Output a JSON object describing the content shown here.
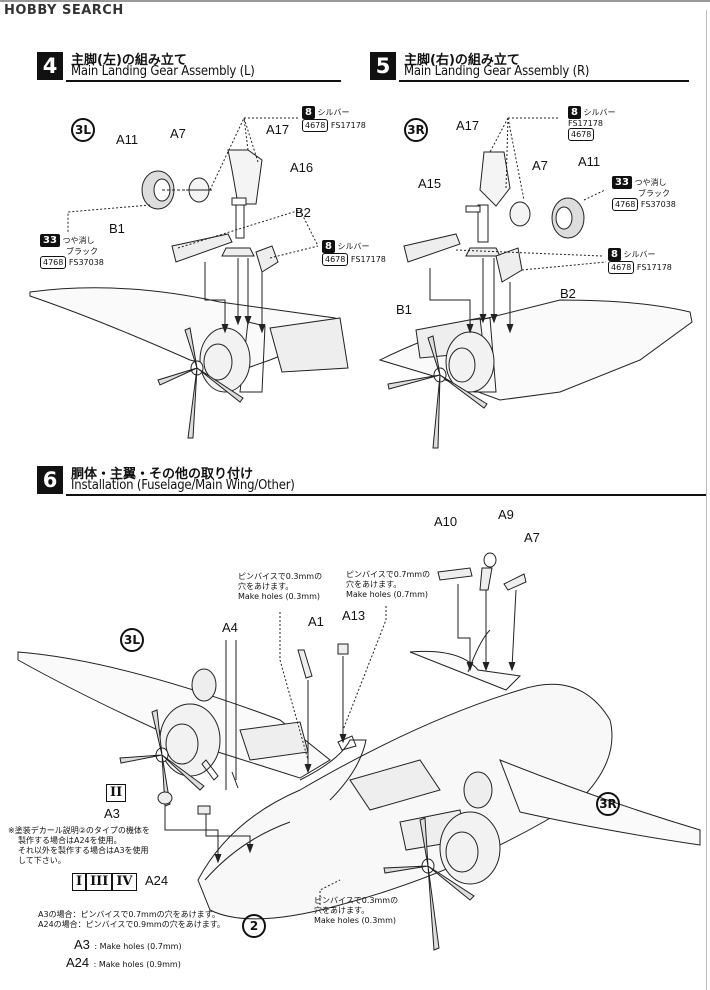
{
  "header": {
    "logo": "HOBBY SEARCH"
  },
  "step4": {
    "num": "4",
    "jp": "主脚(左)の組み立て",
    "en": "Main Landing Gear Assembly (L)"
  },
  "step5": {
    "num": "5",
    "jp": "主脚(右)の組み立て",
    "en": "Main Landing Gear Assembly (R)"
  },
  "step6": {
    "num": "6",
    "jp": "胴体・主翼・その他の取り付け",
    "en": "Installation (Fuselage/Main Wing/Other)"
  },
  "subassy": {
    "left": "3L",
    "right": "3R",
    "two": "2"
  },
  "parts": {
    "a11": "A11",
    "a7": "A7",
    "a17": "A17",
    "a16": "A16",
    "b1": "B1",
    "b2": "B2",
    "a15": "A15",
    "a10": "A10",
    "a9": "A9",
    "a1": "A1",
    "a13": "A13",
    "a4": "A4",
    "a3": "A3",
    "a24": "A24"
  },
  "paints": {
    "silver": {
      "num": "8",
      "jp": "シルバー",
      "code": "4678",
      "fs": "FS17178"
    },
    "flat_black": {
      "num": "33",
      "jp_line1": "つや消し",
      "jp_line2": "ブラック",
      "code": "4768",
      "fs": "FS37038"
    }
  },
  "notes": {
    "hole03_jp1": "ピンバイスで0.3mmの",
    "hole03_jp2": "穴をあけます。",
    "hole03_en": "Make holes (0.3mm)",
    "hole07_jp1": "ピンバイスで0.7mmの",
    "hole07_jp2": "穴をあけます。",
    "hole07_en": "Make holes (0.7mm)",
    "bottom03_jp1": "ピンバイスで0.3mmの",
    "bottom03_jp2": "穴をあけます。",
    "bottom03_en": "Make holes (0.3mm)",
    "decal_1": "※塗装デカール説明②のタイプの機体を",
    "decal_2": "製作する場合はA24を使用。",
    "decal_3": "それ以外を製作する場合はA3を使用",
    "decal_4": "して下さい。",
    "a3_case": "A3の場合：ピンバイスで0.7mmの穴をあけます。",
    "a24_case": "A24の場合：ピンバイスで0.9mmの穴をあけます。",
    "a3_make": ": Make holes (0.7mm)",
    "a24_make": ": Make holes (0.9mm)"
  },
  "romans": {
    "r2": "II",
    "r3": "III",
    "r4": "IV"
  }
}
